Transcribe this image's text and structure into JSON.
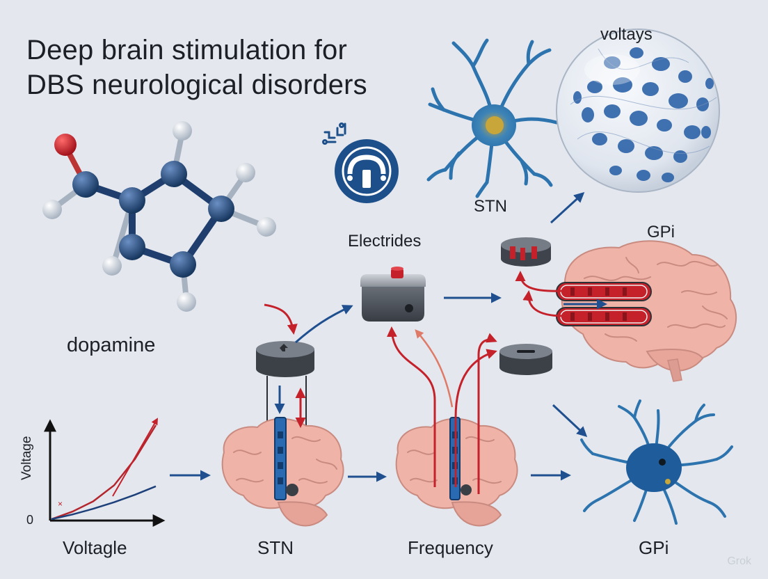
{
  "title": {
    "line1": "Deep brain stimulation for",
    "line2": "DBS neurological disorders"
  },
  "labels": {
    "molecule": "dopamine",
    "sphere": "voltays",
    "neuron_top": "STN",
    "device": "Electrides",
    "gpi_upper": "GPi",
    "graph_y_axis": "Voltage",
    "graph_origin": "0",
    "graph_caption": "Voltagle",
    "brain_left_caption": "STN",
    "brain_mid_caption": "Frequency",
    "neuron_bottom_caption": "GPi",
    "watermark": "Grok"
  },
  "chart_data": {
    "type": "line",
    "title": "",
    "ylabel": "Voltage",
    "xlabel": "Voltagle",
    "series": [
      {
        "values": [
          [
            0,
            0
          ],
          [
            1,
            0.8
          ],
          [
            2,
            1.9
          ],
          [
            3,
            3.6
          ],
          [
            4,
            6.4
          ],
          [
            5,
            10
          ]
        ],
        "color": "#b3262e"
      },
      {
        "values": [
          [
            0,
            0
          ],
          [
            1,
            0.5
          ],
          [
            2,
            1.1
          ],
          [
            3,
            1.8
          ],
          [
            4,
            2.6
          ],
          [
            5,
            3.5
          ]
        ],
        "color": "#1d3f7a"
      }
    ]
  },
  "colors": {
    "navy": "#1d4f8a",
    "arrow_blue": "#1f4f8f",
    "arrow_red": "#c4212b",
    "brain_pink": "#f0b3a8",
    "device_gray": "#4d535c"
  }
}
